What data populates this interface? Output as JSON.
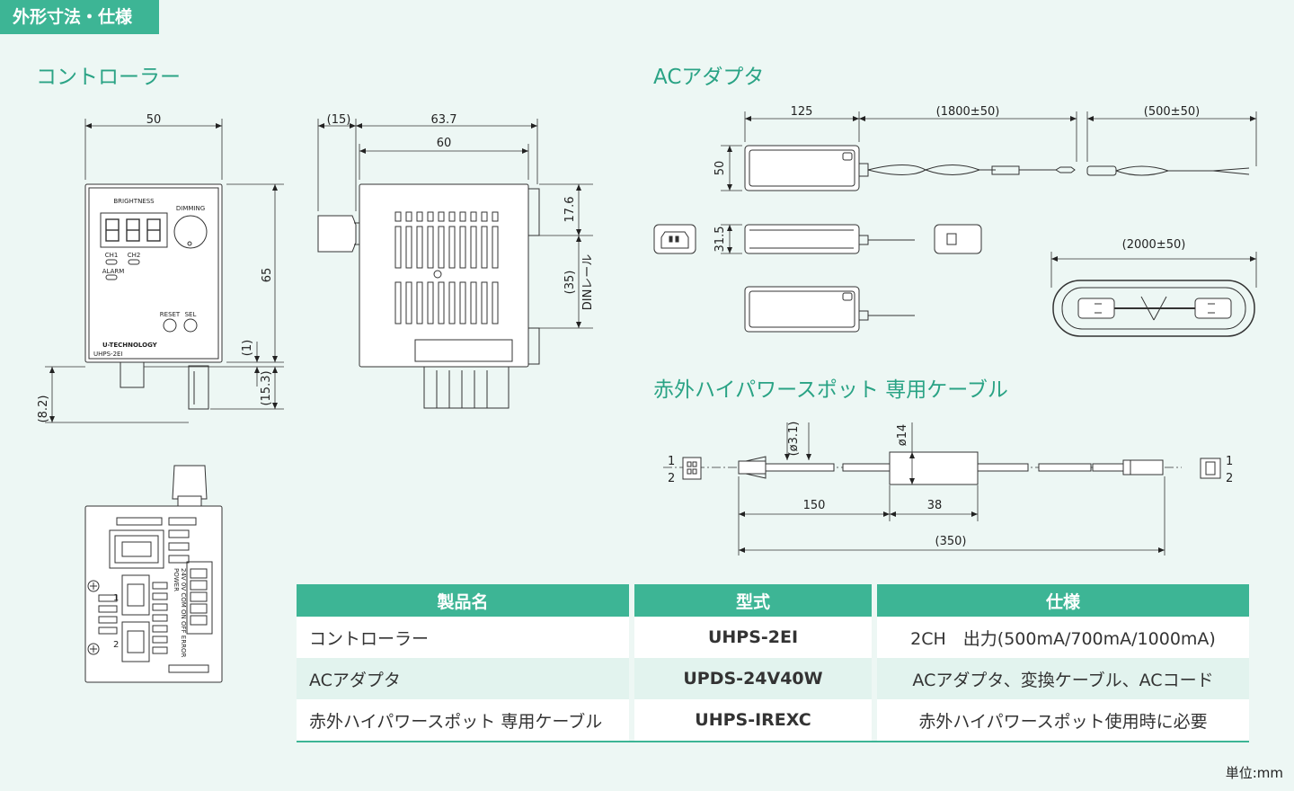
{
  "header": {
    "tag": "外形寸法・仕様"
  },
  "sections": {
    "controller": "コントローラー",
    "ac_adapter": "ACアダプタ",
    "cable": "赤外ハイパワースポット 専用ケーブル"
  },
  "controller_front": {
    "dims": {
      "width": "50",
      "height": "65",
      "small": "(1)",
      "bottom": "(15.3)",
      "left": "(8.2)"
    },
    "labels": {
      "brightness": "BRIGHTNESS",
      "dimming": "DIMMING",
      "ch1": "CH1",
      "ch2": "CH2",
      "alarm": "ALARM",
      "reset": "RESET",
      "sel": "SEL",
      "brand": "U-TECHNOLOGY",
      "model": "UHPS-2EI"
    }
  },
  "controller_side": {
    "dims": {
      "knob": "(15)",
      "overall": "63.7",
      "body": "60",
      "top": "17.6",
      "rail": "(35)",
      "rail_label": "DINレール"
    }
  },
  "controller_bottom": {
    "labels": {
      "one": "1",
      "two": "2",
      "terms": "24V 0V COM ON OFF ERROR",
      "power": "POWER"
    }
  },
  "ac_adapter": {
    "dims": {
      "length": "125",
      "cord1": "(1800±50)",
      "cord2": "(500±50)",
      "height": "50",
      "thickness": "31.5",
      "cord3": "(2000±50)"
    }
  },
  "cable": {
    "dims": {
      "wire": "(ø3.1)",
      "body": "ø14",
      "a": "150",
      "b": "38",
      "total": "(350)"
    },
    "pins": {
      "left1": "1",
      "left2": "2",
      "right1": "1",
      "right2": "2"
    }
  },
  "table": {
    "headers": [
      "製品名",
      "型式",
      "仕様"
    ],
    "rows": [
      [
        "コントローラー",
        "UHPS-2EI",
        "2CH　出力(500mA/700mA/1000mA)"
      ],
      [
        "ACアダプタ",
        "UPDS-24V40W",
        "ACアダプタ、変換ケーブル、ACコード"
      ],
      [
        "赤外ハイパワースポット 専用ケーブル",
        "UHPS-IREXC",
        "赤外ハイパワースポット使用時に必要"
      ]
    ]
  },
  "unit": "単位:mm",
  "colors": {
    "accent": "#3db595",
    "heading": "#2aa385",
    "background": "#edf7f4"
  }
}
